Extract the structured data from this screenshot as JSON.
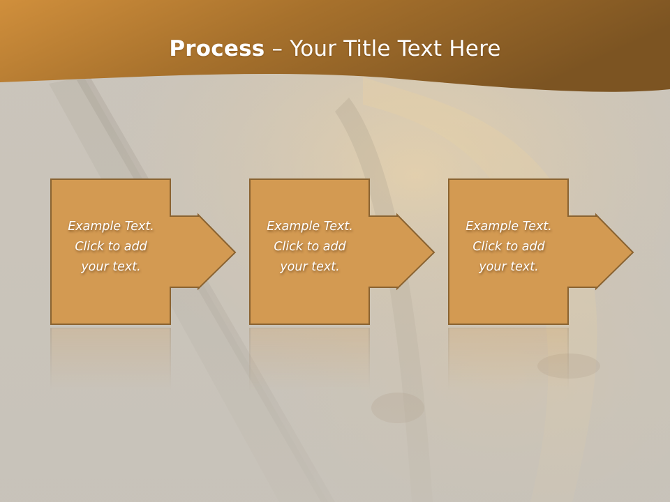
{
  "slide": {
    "title_bold": "Process",
    "title_rest": " – Your Title Text Here",
    "steps": [
      {
        "line1": "Example Text.",
        "line2": "Click  to add",
        "line3": "your text."
      },
      {
        "line1": "Example Text.",
        "line2": "Click  to add",
        "line3": "your text."
      },
      {
        "line1": "Example Text.",
        "line2": "Click  to add",
        "line3": "your text."
      }
    ]
  },
  "colors": {
    "header_dark": "#7c5422",
    "header_light": "#d08f3c",
    "box_fill": "#d39a52",
    "box_border": "#8a6331",
    "background": "#c9c4bb"
  }
}
